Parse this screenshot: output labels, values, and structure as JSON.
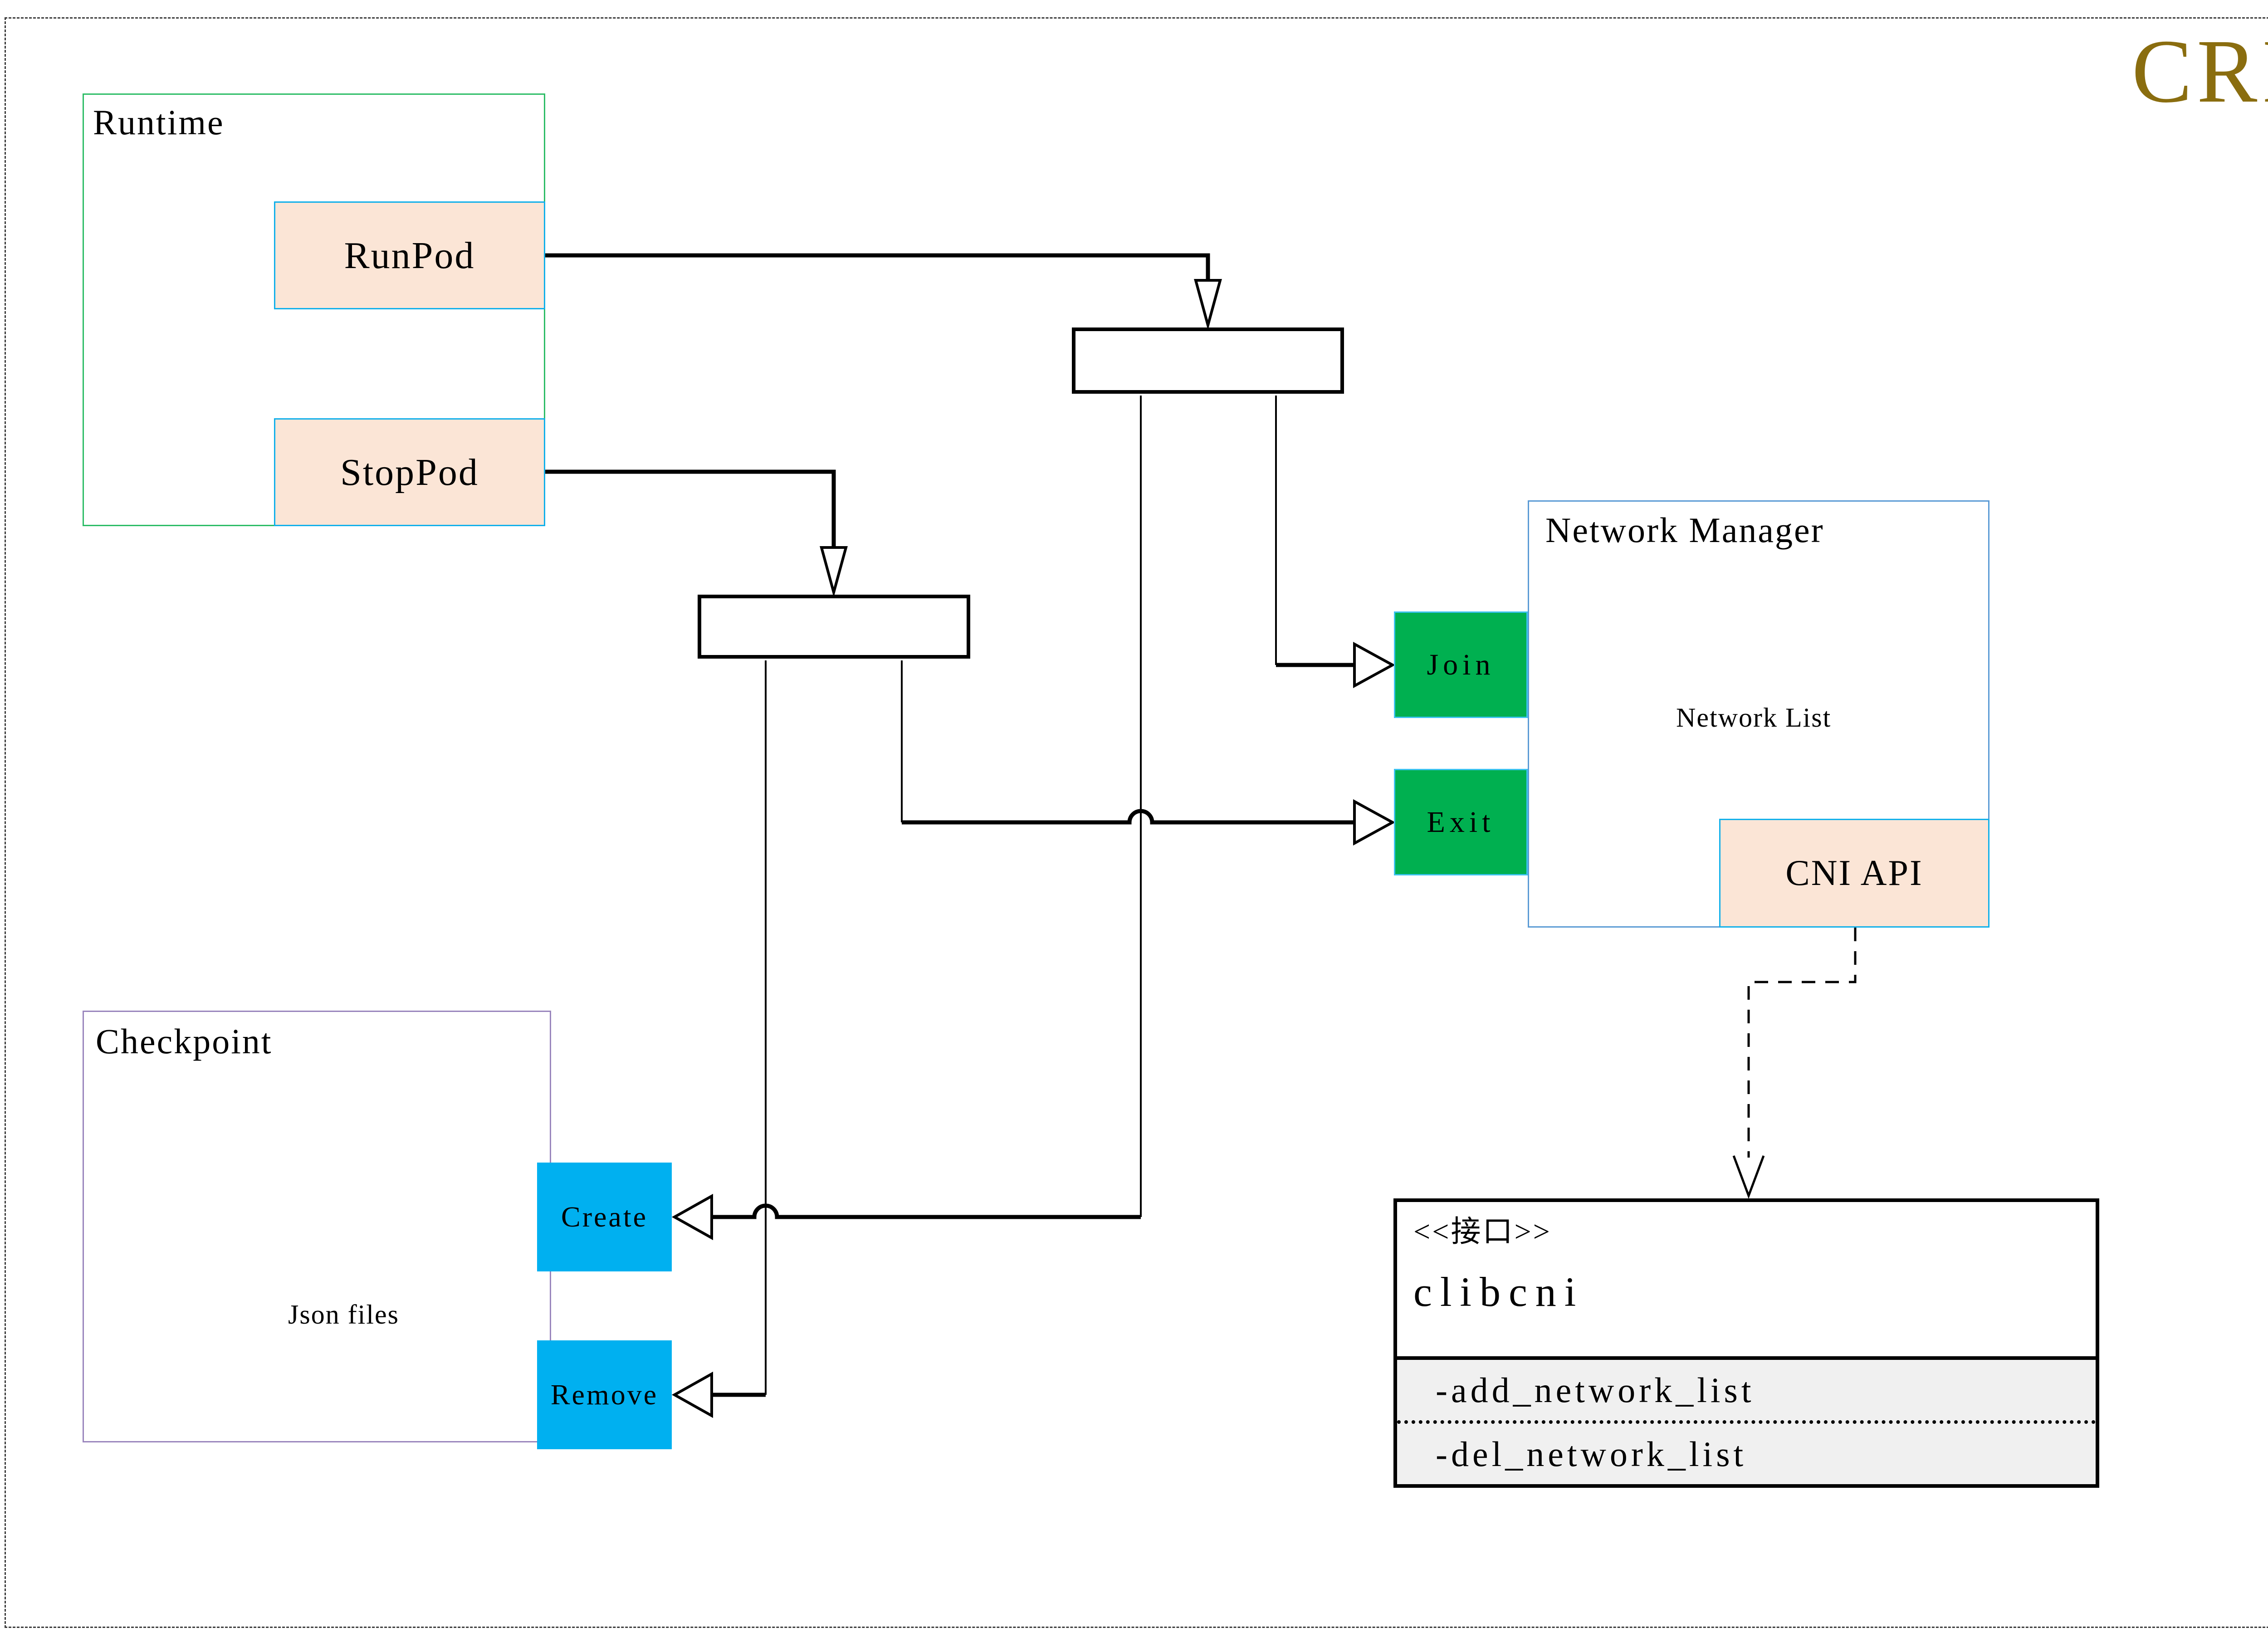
{
  "page": {
    "badge": "CRI",
    "colors": {
      "badge_text": "#8a6d0f",
      "runtime_border": "#2ebd67",
      "checkpoint_border": "#9a86bd",
      "network_manager_border": "#5b9bd5",
      "peach_fill": "#fbe5d6",
      "peach_border": "#12b0ea",
      "green_fill": "#00b050",
      "blue_fill": "#00b0f0",
      "cylinder_stroke": "#595959",
      "methods_fill": "#f0f0f0"
    }
  },
  "runtime": {
    "label": "Runtime",
    "runpod_label": "RunPod",
    "stoppod_label": "StopPod"
  },
  "network_manager": {
    "label": "Network Manager",
    "join_label": "Join",
    "exit_label": "Exit",
    "cni_api_label": "CNI API",
    "network_list_label": "Network List"
  },
  "checkpoint": {
    "label": "Checkpoint",
    "json_files_label": "Json files",
    "create_label": "Create",
    "remove_label": "Remove"
  },
  "clibcni": {
    "stereotype": "<<接口>>",
    "name": "clibcni",
    "methods": [
      "-add_network_list",
      "-del_network_list"
    ]
  }
}
